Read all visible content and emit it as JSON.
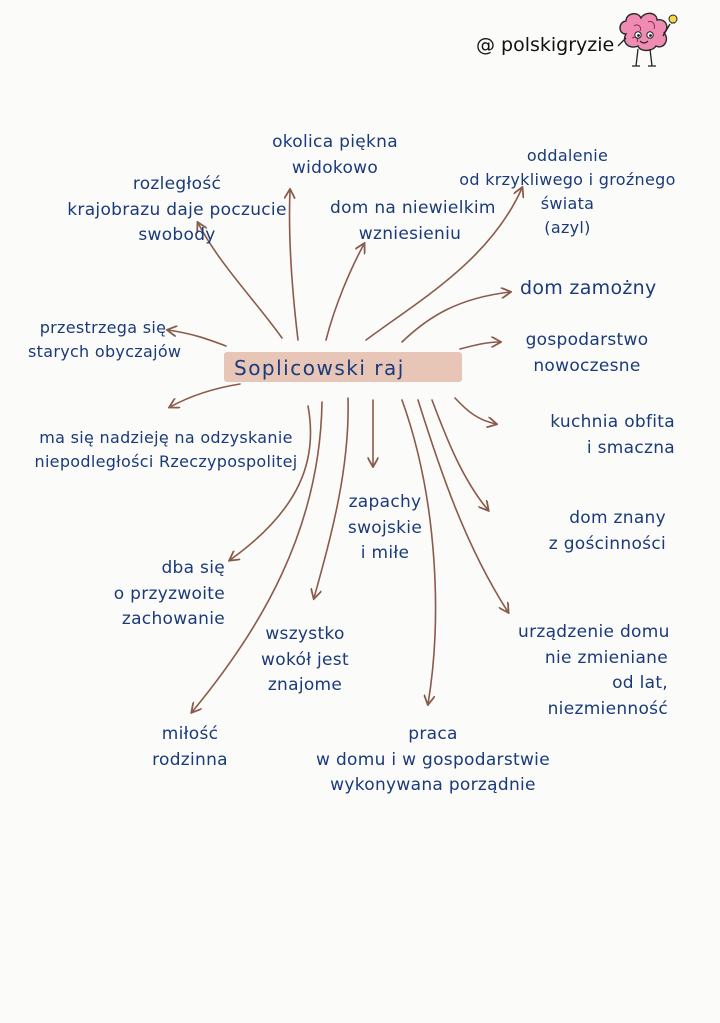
{
  "header": {
    "brand_handle": "@ polskigryzie"
  },
  "colors": {
    "text": "#1a3a7a",
    "arrow": "#8a5a4a",
    "center_fill": "#e7c6b8",
    "background": "#fbfbfa"
  },
  "map": {
    "center": "Soplicowski raj",
    "nodes": [
      {
        "id": "rozleglosc",
        "lines": [
          "rozległość",
          "krajobrazu daje poczucie",
          "swobody"
        ]
      },
      {
        "id": "okolica",
        "lines": [
          "okolica piękna",
          "widokowo"
        ]
      },
      {
        "id": "dom-wzniesienie",
        "lines": [
          "dom na niewielkim",
          "wzniesieniu"
        ]
      },
      {
        "id": "oddalenie",
        "lines": [
          "oddalenie",
          "od krzykliwego i groźnego",
          "świata",
          "(azyl)"
        ]
      },
      {
        "id": "dom-zamozny",
        "lines": [
          "dom zamożny"
        ]
      },
      {
        "id": "gospodarstwo",
        "lines": [
          "gospodarstwo",
          "nowoczesne"
        ]
      },
      {
        "id": "kuchnia",
        "lines": [
          "kuchnia obfita",
          "i smaczna"
        ]
      },
      {
        "id": "dom-znany",
        "lines": [
          "dom znany",
          "z gościnności"
        ]
      },
      {
        "id": "urzadzenie",
        "lines": [
          "urządzenie domu",
          "nie zmieniane",
          "od lat,",
          "niezmienność"
        ]
      },
      {
        "id": "praca",
        "lines": [
          "praca",
          "w domu i w gospodarstwie",
          "wykonywana porządnie"
        ]
      },
      {
        "id": "zapachy",
        "lines": [
          "zapachy",
          "swojskie",
          "i miłe"
        ]
      },
      {
        "id": "wszystko",
        "lines": [
          "wszystko",
          "wokół jest",
          "znajome"
        ]
      },
      {
        "id": "milosc",
        "lines": [
          "miłość",
          "rodzinna"
        ]
      },
      {
        "id": "dba",
        "lines": [
          "dba się",
          "o przyzwoite",
          "zachowanie"
        ]
      },
      {
        "id": "nadzieja",
        "lines": [
          "ma się nadzieję na odzyskanie",
          "niepodległości Rzeczypospolitej"
        ]
      },
      {
        "id": "obyczaje",
        "lines": [
          "przestrzega się",
          "starych obyczajów"
        ]
      }
    ]
  }
}
